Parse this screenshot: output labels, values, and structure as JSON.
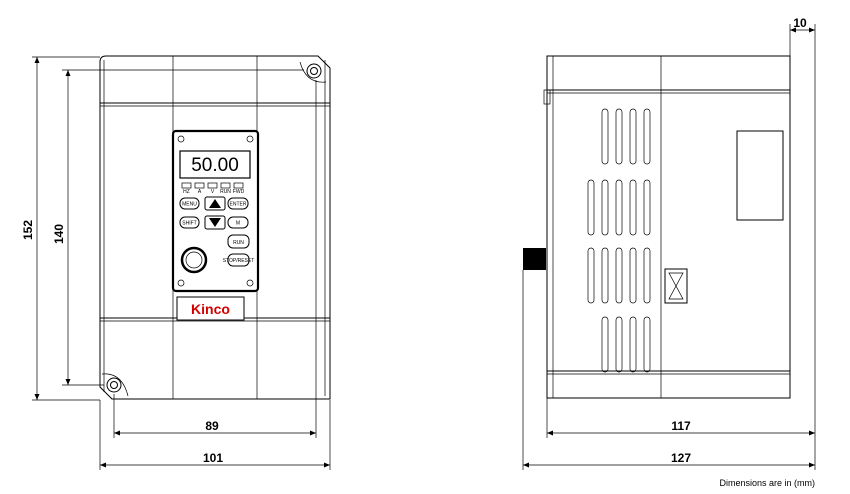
{
  "drawing": {
    "front_view": {
      "display_value": "50.00",
      "led_labels": [
        "HZ",
        "A",
        "V",
        "RUN",
        "FWD"
      ],
      "keys": {
        "menu": "MENU",
        "enter": "ENTER",
        "shift": "SHIFT",
        "m": "M",
        "run": "RUN",
        "stop": "STOP/RESET"
      },
      "brand": "Kinco"
    },
    "dimensions": {
      "height_overall": "152",
      "height_mount": "140",
      "width_mount": "89",
      "width_overall": "101",
      "side_depth": "117",
      "side_depth_overall": "127",
      "side_offset": "10"
    },
    "note": "Dimensions are in (mm)"
  },
  "colors": {
    "brand": "#d40000",
    "line": "#000000"
  }
}
